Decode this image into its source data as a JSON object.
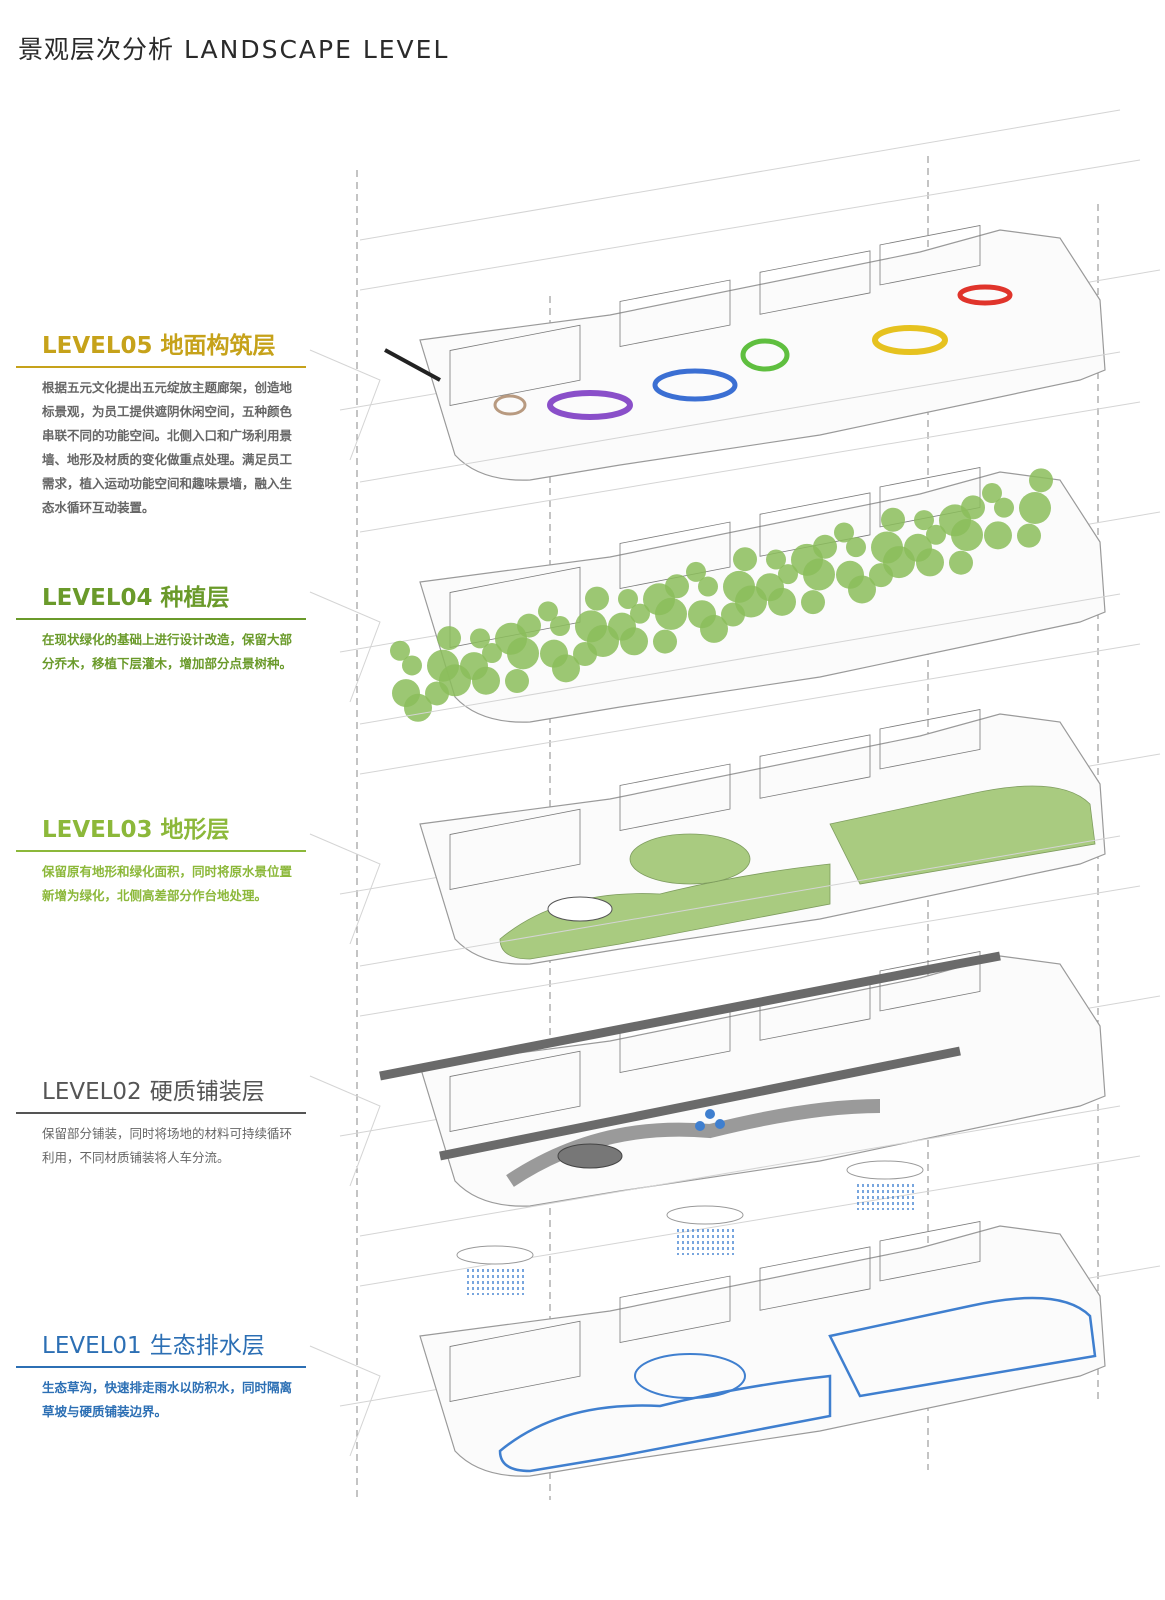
{
  "title": {
    "zh": "景观层次分析",
    "en": "LANDSCAPE LEVEL"
  },
  "levels": [
    {
      "code": "LEVEL05",
      "name": "地面构筑层",
      "color": "#c6a21a",
      "desc": "根据五元文化提出五元绽放主题廊架，创造地标景观，为员工提供遮阴休闲空间，五种颜色串联不同的功能空间。北侧入口和广场利用景墙、地形及材质的变化做重点处理。满足员工需求，植入运动功能空间和趣味景墙，融入生态水循环互动装置。"
    },
    {
      "code": "LEVEL04",
      "name": "种植层",
      "color": "#6a9a2a",
      "desc": "在现状绿化的基础上进行设计改造，保留大部分乔木，移植下层灌木，增加部分点景树种。"
    },
    {
      "code": "LEVEL03",
      "name": "地形层",
      "color": "#8cb83a",
      "desc": "保留原有地形和绿化面积，同时将原水景位置新增为绿化，北侧高差部分作台地处理。"
    },
    {
      "code": "LEVEL02",
      "name": "硬质铺装层",
      "color": "#555555",
      "desc": "保留部分铺装，同时将场地的材料可持续循环利用，不同材质铺装将人车分流。"
    },
    {
      "code": "LEVEL01",
      "name": "生态排水层",
      "color": "#2c6fb4",
      "desc": "生态草沟，快速排走雨水以防积水，同时隔离草坡与硬质铺装边界。"
    }
  ],
  "colors": {
    "grass": "#a9cb80",
    "tree": "#8bbd5a",
    "paving": "#9a9a9a",
    "water": "#3f7fcf",
    "structure": [
      "#8a4fc9",
      "#3b6fd3",
      "#5fbf3f",
      "#e0342b",
      "#e6c21f",
      "#b89a80"
    ]
  }
}
